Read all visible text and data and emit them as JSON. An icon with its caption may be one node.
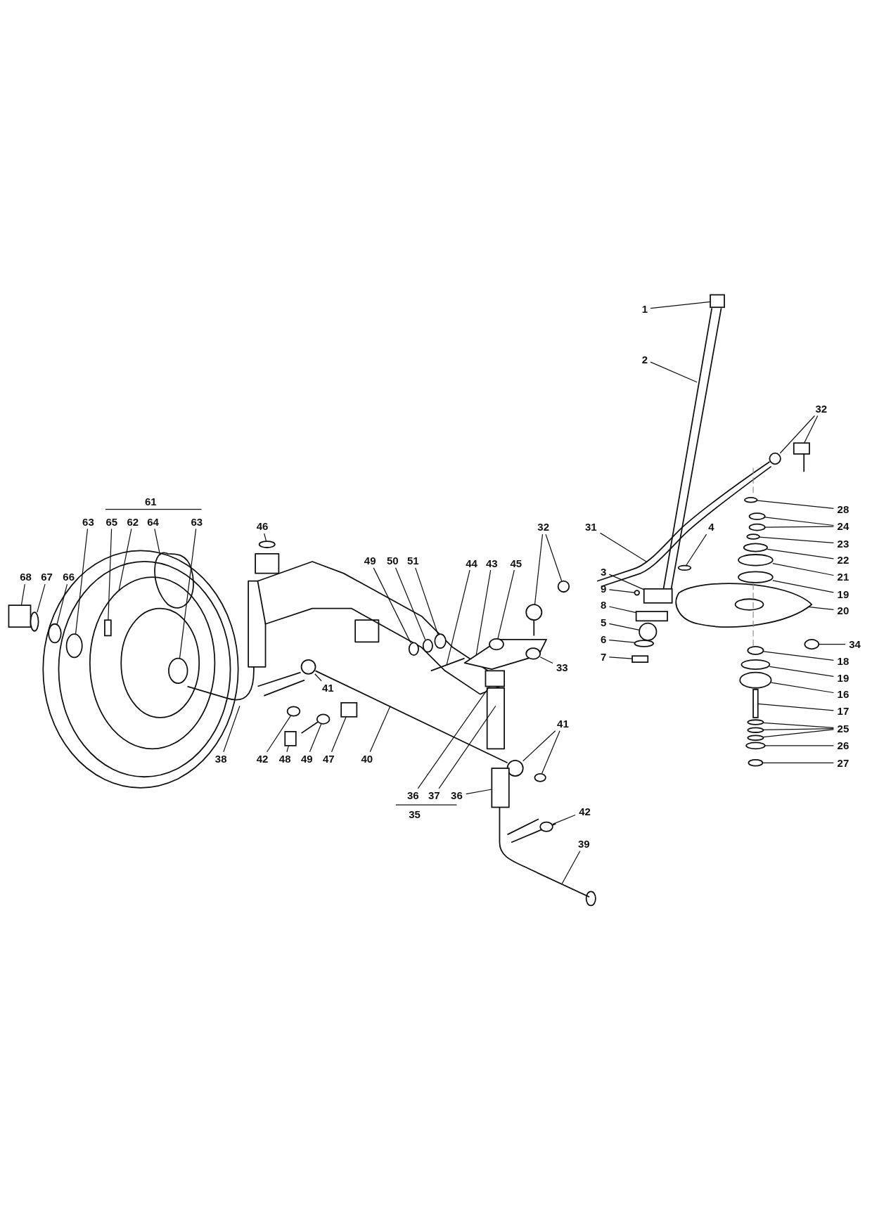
{
  "diagram": {
    "nodes": [
      {
        "text": [
          "1"
        ]
      },
      {
        "text": [
          "2"
        ]
      },
      {
        "text": [
          "32"
        ]
      },
      {
        "text": [
          "28"
        ]
      },
      {
        "text": [
          "24"
        ]
      },
      {
        "text": [
          "23"
        ]
      },
      {
        "text": [
          "22"
        ]
      },
      {
        "text": [
          "21"
        ]
      },
      {
        "text": [
          "19"
        ]
      },
      {
        "text": [
          "20"
        ]
      },
      {
        "text": [
          "34"
        ]
      },
      {
        "text": [
          "18"
        ]
      },
      {
        "text": [
          "19"
        ]
      },
      {
        "text": [
          "16"
        ]
      },
      {
        "text": [
          "17"
        ]
      },
      {
        "text": [
          "25"
        ]
      },
      {
        "text": [
          "26"
        ]
      },
      {
        "text": [
          "27"
        ]
      },
      {
        "text": [
          "46"
        ]
      },
      {
        "text": [
          "32"
        ]
      },
      {
        "text": [
          "31"
        ]
      },
      {
        "text": [
          "4"
        ]
      },
      {
        "text": [
          "68"
        ]
      },
      {
        "text": [
          "67"
        ]
      },
      {
        "text": [
          "66"
        ]
      },
      {
        "text": [
          "63"
        ]
      },
      {
        "text": [
          "65"
        ]
      },
      {
        "text": [
          "62"
        ]
      },
      {
        "text": [
          "64"
        ]
      },
      {
        "text": [
          "63"
        ]
      },
      {
        "text": [
          "49"
        ]
      },
      {
        "text": [
          "50"
        ]
      },
      {
        "text": [
          "51"
        ]
      },
      {
        "text": [
          "44"
        ]
      },
      {
        "text": [
          "43"
        ]
      },
      {
        "text": [
          "45"
        ]
      },
      {
        "text": [
          "3"
        ]
      },
      {
        "text": [
          "9"
        ]
      },
      {
        "text": [
          "8"
        ]
      },
      {
        "text": [
          "5"
        ]
      },
      {
        "text": [
          "6"
        ]
      },
      {
        "text": [
          "7"
        ]
      },
      {
        "text": [
          "33"
        ]
      },
      {
        "text": [
          "41"
        ]
      },
      {
        "text": [
          "41"
        ]
      },
      {
        "text": [
          "38"
        ]
      },
      {
        "text": [
          "42"
        ]
      },
      {
        "text": [
          "48"
        ]
      },
      {
        "text": [
          "49"
        ]
      },
      {
        "text": [
          "47"
        ]
      },
      {
        "text": [
          "40"
        ]
      },
      {
        "text": [
          "36"
        ]
      },
      {
        "text": [
          "37"
        ]
      },
      {
        "text": [
          "36"
        ]
      },
      {
        "text": [
          "42"
        ]
      },
      {
        "text": [
          "39"
        ]
      },
      {
        "text": [],
        "shape": "box"
      },
      {
        "text": [],
        "shape": "circle"
      },
      {
        "text": [],
        "shape": "box"
      },
      {
        "text": [],
        "shape": "circle"
      },
      {
        "text": [],
        "shape": "circle"
      },
      {
        "text": [],
        "shape": "circle"
      },
      {
        "text": [],
        "shape": "circle"
      },
      {
        "text": [],
        "shape": "circle"
      },
      {
        "text": [],
        "shape": "circle"
      },
      {
        "text": [],
        "shape": "circle"
      },
      {
        "text": [],
        "shape": "circle"
      },
      {
        "text": [],
        "shape": "circle"
      },
      {
        "text": [],
        "shape": "circle"
      },
      {
        "text": [],
        "shape": "circle"
      },
      {
        "text": [],
        "shape": "box"
      },
      {
        "text": [],
        "shape": "circle"
      },
      {
        "text": [],
        "shape": "circle"
      },
      {
        "text": [],
        "shape": "circle"
      },
      {
        "text": [],
        "shape": "circle"
      },
      {
        "text": [],
        "shape": "circle"
      },
      {
        "text": [],
        "shape": "circle"
      },
      {
        "text": [],
        "shape": "circle"
      },
      {
        "text": [],
        "shape": "circle"
      },
      {
        "text": [],
        "shape": "circle"
      },
      {
        "text": [],
        "shape": "box"
      },
      {
        "text": [],
        "shape": "circle"
      },
      {
        "text": [],
        "shape": "circle"
      },
      {
        "text": [],
        "shape": "circle"
      },
      {
        "text": [],
        "shape": "box"
      },
      {
        "text": [],
        "shape": "circle"
      },
      {
        "text": [],
        "shape": "circle"
      },
      {
        "text": [],
        "shape": "circle"
      },
      {
        "text": [],
        "shape": "circle"
      },
      {
        "text": [],
        "shape": "circle"
      },
      {
        "text": [],
        "shape": "box"
      },
      {
        "text": [],
        "shape": "circle"
      },
      {
        "text": [],
        "shape": "box"
      },
      {
        "text": [],
        "shape": "circle"
      },
      {
        "text": [],
        "shape": "circle"
      },
      {
        "text": [],
        "shape": "box"
      },
      {
        "text": [],
        "shape": "circle"
      },
      {
        "text": [],
        "shape": "circle"
      },
      {
        "text": [],
        "shape": "circle"
      },
      {
        "text": [],
        "shape": "circle"
      },
      {
        "text": [],
        "shape": "circle"
      },
      {
        "text": [],
        "shape": "box"
      },
      {
        "text": [],
        "shape": "circle"
      },
      {
        "text": [],
        "shape": "box"
      },
      {
        "text": [],
        "shape": "box"
      },
      {
        "text": [],
        "shape": "box"
      },
      {
        "text": [],
        "shape": "circle"
      }
    ],
    "edges": [
      {
        "from": 0,
        "to": 56,
        "arrow": "none"
      },
      {
        "from": 1,
        "to": null,
        "arrow": "none"
      },
      {
        "from": 2,
        "to": 57,
        "arrow": "none"
      },
      {
        "from": 2,
        "to": 58,
        "arrow": "none"
      },
      {
        "from": 3,
        "to": 59,
        "arrow": "none"
      },
      {
        "from": 4,
        "to": 60,
        "arrow": "none"
      },
      {
        "from": 4,
        "to": 61,
        "arrow": "none"
      },
      {
        "from": 5,
        "to": 62,
        "arrow": "none"
      },
      {
        "from": 6,
        "to": 63,
        "arrow": "none"
      },
      {
        "from": 7,
        "to": 64,
        "arrow": "none"
      },
      {
        "from": 8,
        "to": 65,
        "arrow": "none"
      },
      {
        "from": 9,
        "to": null,
        "arrow": "none"
      },
      {
        "from": 10,
        "to": 66,
        "arrow": "none"
      },
      {
        "from": 11,
        "to": 67,
        "arrow": "none"
      },
      {
        "from": 12,
        "to": 68,
        "arrow": "none"
      },
      {
        "from": 13,
        "to": 69,
        "arrow": "none"
      },
      {
        "from": 14,
        "to": 70,
        "arrow": "none"
      },
      {
        "from": 15,
        "to": 71,
        "arrow": "none"
      },
      {
        "from": 15,
        "to": 72,
        "arrow": "none"
      },
      {
        "from": 15,
        "to": 73,
        "arrow": "none"
      },
      {
        "from": 16,
        "to": 74,
        "arrow": "none"
      },
      {
        "from": 17,
        "to": 75,
        "arrow": "none"
      },
      {
        "from": 18,
        "to": 76,
        "arrow": "none"
      },
      {
        "from": 19,
        "to": 77,
        "arrow": "none"
      },
      {
        "from": 19,
        "to": 78,
        "arrow": "none"
      },
      {
        "from": 20,
        "to": null,
        "arrow": "none"
      },
      {
        "from": 21,
        "to": 79,
        "arrow": "none"
      },
      {
        "from": 22,
        "to": 80,
        "arrow": "none"
      },
      {
        "from": 23,
        "to": 81,
        "arrow": "none"
      },
      {
        "from": 24,
        "to": 82,
        "arrow": "none"
      },
      {
        "from": 25,
        "to": 83,
        "arrow": "none"
      },
      {
        "from": 26,
        "to": 84,
        "arrow": "none"
      },
      {
        "from": 27,
        "to": null,
        "arrow": "none"
      },
      {
        "from": 28,
        "to": null,
        "arrow": "none"
      },
      {
        "from": 29,
        "to": 85,
        "arrow": "none"
      },
      {
        "from": 30,
        "to": 86,
        "arrow": "none"
      },
      {
        "from": 31,
        "to": 87,
        "arrow": "none"
      },
      {
        "from": 32,
        "to": 88,
        "arrow": "none"
      },
      {
        "from": 33,
        "to": null,
        "arrow": "none"
      },
      {
        "from": 34,
        "to": null,
        "arrow": "none"
      },
      {
        "from": 35,
        "to": 89,
        "arrow": "none"
      },
      {
        "from": 36,
        "to": 90,
        "arrow": "none"
      },
      {
        "from": 37,
        "to": 91,
        "arrow": "none"
      },
      {
        "from": 38,
        "to": 92,
        "arrow": "none"
      },
      {
        "from": 39,
        "to": 93,
        "arrow": "none"
      },
      {
        "from": 40,
        "to": 94,
        "arrow": "none"
      },
      {
        "from": 41,
        "to": 95,
        "arrow": "none"
      },
      {
        "from": 42,
        "to": 96,
        "arrow": "none"
      },
      {
        "from": 43,
        "to": 97,
        "arrow": "none"
      },
      {
        "from": 44,
        "to": 98,
        "arrow": "none"
      },
      {
        "from": 44,
        "to": 99,
        "arrow": "none"
      },
      {
        "from": 45,
        "to": null,
        "arrow": "none"
      },
      {
        "from": 46,
        "to": 100,
        "arrow": "none"
      },
      {
        "from": 47,
        "to": 101,
        "arrow": "none"
      },
      {
        "from": 48,
        "to": 102,
        "arrow": "none"
      },
      {
        "from": 49,
        "to": 103,
        "arrow": "none"
      },
      {
        "from": 50,
        "to": null,
        "arrow": "none"
      },
      {
        "from": 51,
        "to": 104,
        "arrow": "none"
      },
      {
        "from": 52,
        "to": null,
        "arrow": "none"
      },
      {
        "from": 53,
        "to": 105,
        "arrow": "none"
      },
      {
        "from": 54,
        "to": 106,
        "arrow": "none"
      },
      {
        "from": 55,
        "to": null,
        "arrow": "none"
      }
    ],
    "labels": [
      "61",
      "35"
    ]
  }
}
